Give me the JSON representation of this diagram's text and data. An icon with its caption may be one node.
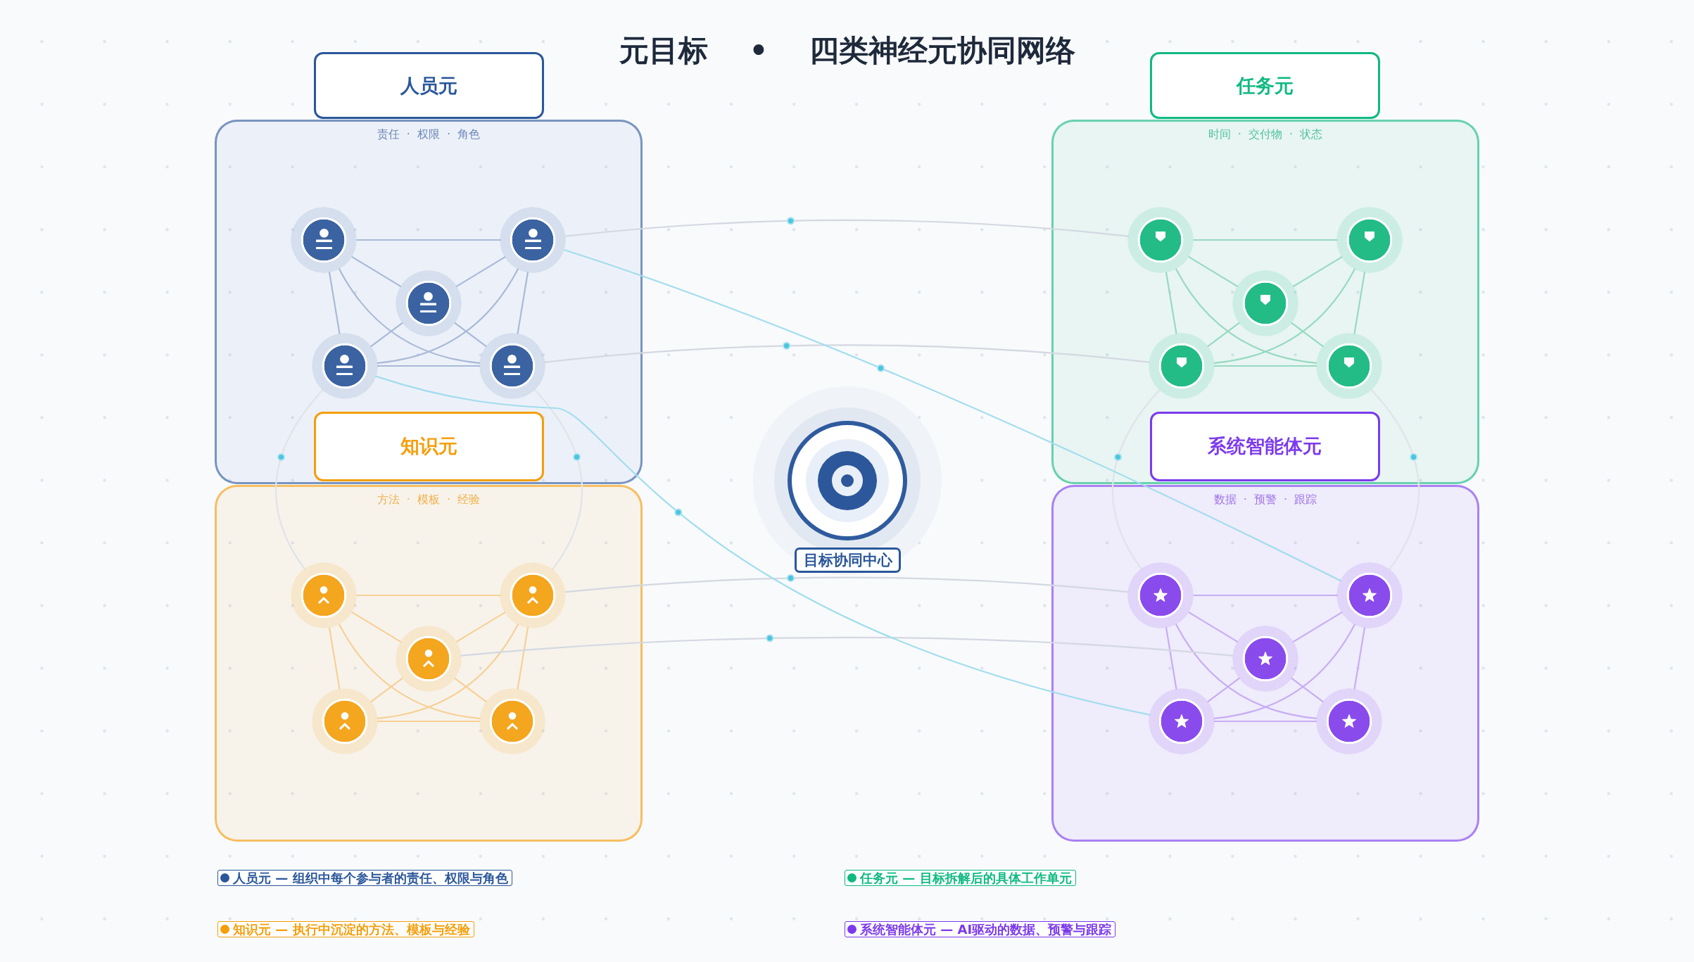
{
  "diagram": {
    "title": "元目标 • 四类神经元协同网络",
    "nodes": [
      {
        "text": [
          "人员元"
        ]
      },
      {
        "text": [
          "责任 · 权限 · 角色"
        ]
      },
      {
        "text": [],
        "shape": "circle",
        "in": 1
      },
      {
        "text": [],
        "shape": "circle",
        "in": 1
      },
      {
        "text": [],
        "shape": "circle",
        "in": 1
      },
      {
        "text": [],
        "shape": "circle",
        "in": 1
      },
      {
        "text": [],
        "shape": "circle",
        "in": 1
      },
      {
        "text": [
          "任务元"
        ]
      },
      {
        "text": [
          "时间 · 交付物 · 状态"
        ]
      },
      {
        "text": [],
        "shape": "circle",
        "in": 8
      },
      {
        "text": [],
        "shape": "circle",
        "in": 8
      },
      {
        "text": [],
        "shape": "circle",
        "in": 8
      },
      {
        "text": [],
        "shape": "circle",
        "in": 8
      },
      {
        "text": [],
        "shape": "circle",
        "in": 8
      },
      {
        "text": [
          "目标协同中心"
        ]
      },
      {
        "text": [
          "知识元"
        ],
        "in": 1
      },
      {
        "text": [
          "方法 · 模板 · 经验"
        ]
      },
      {
        "text": [],
        "shape": "circle",
        "in": 16
      },
      {
        "text": [],
        "shape": "circle",
        "in": 16
      },
      {
        "text": [],
        "shape": "circle",
        "in": 16
      },
      {
        "text": [],
        "shape": "circle",
        "in": 16
      },
      {
        "text": [],
        "shape": "circle",
        "in": 16
      },
      {
        "text": [
          "系统智能体元"
        ],
        "in": 8
      },
      {
        "text": [
          "数据 · 预警 · 跟踪"
        ]
      },
      {
        "text": [],
        "shape": "circle",
        "in": 23
      },
      {
        "text": [],
        "shape": "circle",
        "in": 23
      },
      {
        "text": [],
        "shape": "circle",
        "in": 23
      },
      {
        "text": [],
        "shape": "circle",
        "in": 23
      },
      {
        "text": [],
        "shape": "circle",
        "in": 23
      }
    ],
    "edges": [
      {
        "from": 2,
        "to": 3,
        "arrow": "none",
        "color": "#a9b9d8"
      },
      {
        "from": 2,
        "to": 4,
        "arrow": "none",
        "color": "#a9b9d8"
      },
      {
        "from": 2,
        "to": 5,
        "arrow": "none",
        "color": "#a9b9d8"
      },
      {
        "from": 2,
        "to": 6,
        "arrow": "none",
        "color": "#a9b9d8"
      },
      {
        "from": 3,
        "to": 4,
        "arrow": "none",
        "color": "#a9b9d8"
      },
      {
        "from": 3,
        "to": 5,
        "arrow": "none",
        "color": "#a9b9d8"
      },
      {
        "from": 3,
        "to": 6,
        "arrow": "none",
        "color": "#a9b9d8"
      },
      {
        "from": 4,
        "to": 5,
        "arrow": "none",
        "color": "#a9b9d8"
      },
      {
        "from": 4,
        "to": 6,
        "arrow": "none",
        "color": "#a9b9d8"
      },
      {
        "from": 5,
        "to": 6,
        "arrow": "none",
        "color": "#a9b9d8"
      },
      {
        "from": 9,
        "to": 10,
        "arrow": "none",
        "color": "#97dabf"
      },
      {
        "from": 9,
        "to": 11,
        "arrow": "none",
        "color": "#97dabf"
      },
      {
        "from": 9,
        "to": 12,
        "arrow": "none",
        "color": "#97dabf"
      },
      {
        "from": 9,
        "to": 13,
        "arrow": "none",
        "color": "#97dabf"
      },
      {
        "from": 10,
        "to": 11,
        "arrow": "none",
        "color": "#97dabf"
      },
      {
        "from": 10,
        "to": 12,
        "arrow": "none",
        "color": "#97dabf"
      },
      {
        "from": 10,
        "to": 13,
        "arrow": "none",
        "color": "#97dabf"
      },
      {
        "from": 11,
        "to": 12,
        "arrow": "none",
        "color": "#97dabf"
      },
      {
        "from": 11,
        "to": 13,
        "arrow": "none",
        "color": "#97dabf"
      },
      {
        "from": 12,
        "to": 13,
        "arrow": "none",
        "color": "#97dabf"
      },
      {
        "from": 17,
        "to": 18,
        "arrow": "none",
        "color": "#f7d096"
      },
      {
        "from": 17,
        "to": 19,
        "arrow": "none",
        "color": "#f7d096"
      },
      {
        "from": 17,
        "to": 20,
        "arrow": "none",
        "color": "#f7d096"
      },
      {
        "from": 17,
        "to": 21,
        "arrow": "none",
        "color": "#f7d096"
      },
      {
        "from": 18,
        "to": 19,
        "arrow": "none",
        "color": "#f7d096"
      },
      {
        "from": 18,
        "to": 20,
        "arrow": "none",
        "color": "#f7d096"
      },
      {
        "from": 18,
        "to": 21,
        "arrow": "none",
        "color": "#f7d096"
      },
      {
        "from": 19,
        "to": 20,
        "arrow": "none",
        "color": "#f7d096"
      },
      {
        "from": 19,
        "to": 21,
        "arrow": "none",
        "color": "#f7d096"
      },
      {
        "from": 20,
        "to": 21,
        "arrow": "none",
        "color": "#f7d096"
      },
      {
        "from": 24,
        "to": 25,
        "arrow": "none",
        "color": "#c8adf3"
      },
      {
        "from": 24,
        "to": 26,
        "arrow": "none",
        "color": "#c8adf3"
      },
      {
        "from": 24,
        "to": 27,
        "arrow": "none",
        "color": "#c8adf3"
      },
      {
        "from": 24,
        "to": 28,
        "arrow": "none",
        "color": "#c8adf3"
      },
      {
        "from": 25,
        "to": 26,
        "arrow": "none",
        "color": "#c8adf3"
      },
      {
        "from": 25,
        "to": 27,
        "arrow": "none",
        "color": "#c8adf3"
      },
      {
        "from": 25,
        "to": 28,
        "arrow": "none",
        "color": "#c8adf3"
      },
      {
        "from": 26,
        "to": 27,
        "arrow": "none",
        "color": "#c8adf3"
      },
      {
        "from": 26,
        "to": 28,
        "arrow": "none",
        "color": "#c8adf3"
      },
      {
        "from": 27,
        "to": 28,
        "arrow": "none",
        "color": "#c8adf3"
      },
      {
        "from": 3,
        "to": 9,
        "arrow": "none",
        "color": "#d3d8e1"
      },
      {
        "from": 6,
        "to": 12,
        "arrow": "none",
        "color": "#d3d8e1"
      },
      {
        "from": 18,
        "to": 24,
        "arrow": "none",
        "color": "#d3d8e1"
      },
      {
        "from": 19,
        "to": 26,
        "arrow": "none",
        "color": "#d3d8e1"
      },
      {
        "from": 5,
        "to": 17,
        "arrow": "none",
        "color": "#e0e3e9"
      },
      {
        "from": 6,
        "to": 18,
        "arrow": "none",
        "color": "#e0e3e9"
      },
      {
        "from": 12,
        "to": 24,
        "arrow": "none",
        "color": "#e0e3e9"
      },
      {
        "from": 13,
        "to": 25,
        "arrow": "none",
        "color": "#e0e3e9"
      },
      {
        "from": 3,
        "to": 25,
        "arrow": "none",
        "color": "#a2ddee"
      },
      {
        "from": 5,
        "to": 27,
        "arrow": "none",
        "color": "#a2ddee"
      }
    ],
    "legend": [
      {
        "text": "人员元 — 组织中每个参与者的责任、权限与角色",
        "color": "#2b579a"
      },
      {
        "text": "任务元 — 目标拆解后的具体工作单元",
        "color": "#10b981"
      },
      {
        "text": "知识元 — 执行中沉淀的方法、模板与经验",
        "color": "#f59e0b"
      },
      {
        "text": "系统智能体元 — AI驱动的数据、预警与跟踪",
        "color": "#7c3aed"
      }
    ]
  }
}
